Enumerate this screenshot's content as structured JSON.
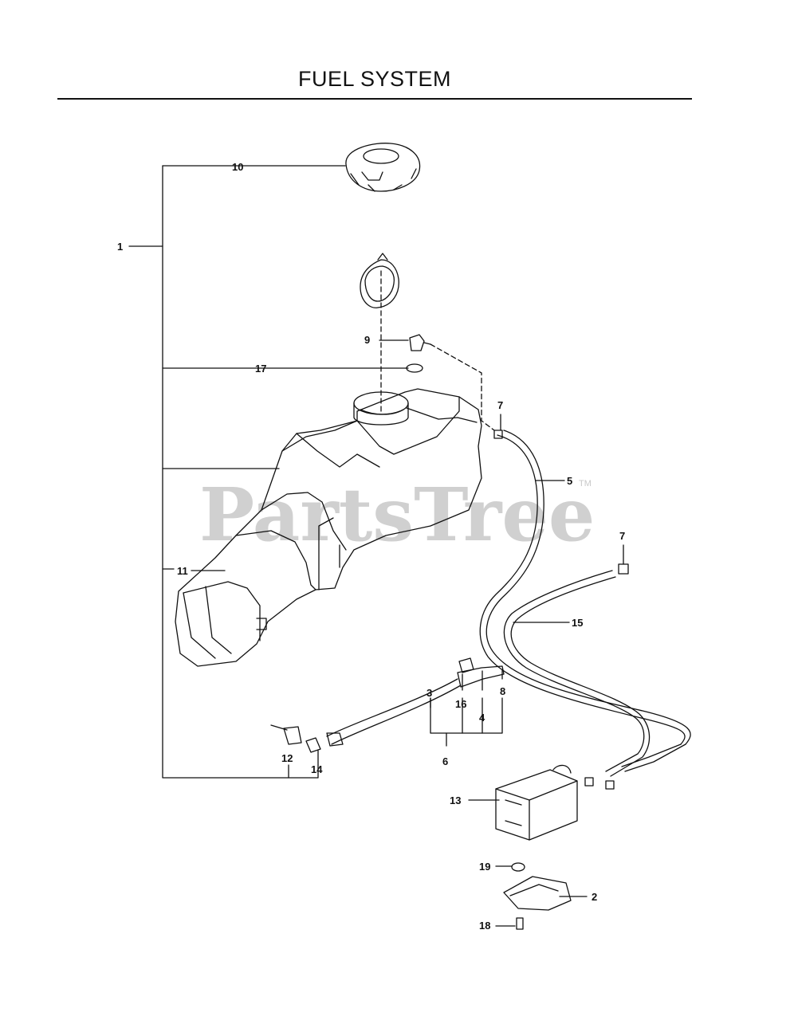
{
  "title": "FUEL SYSTEM",
  "watermark": {
    "text": "PartsTree",
    "mark": "TM"
  },
  "callouts": {
    "c1": "1",
    "c2": "2",
    "c3": "3",
    "c4": "4",
    "c5": "5",
    "c6": "6",
    "c7a": "7",
    "c7b": "7",
    "c8": "8",
    "c9": "9",
    "c10": "10",
    "c11": "11",
    "c12": "12",
    "c13": "13",
    "c14": "14",
    "c15": "15",
    "c16": "16",
    "c17": "17",
    "c18": "18",
    "c19": "19"
  },
  "colors": {
    "line": "#111111",
    "watermark": "#c8c8c8"
  }
}
